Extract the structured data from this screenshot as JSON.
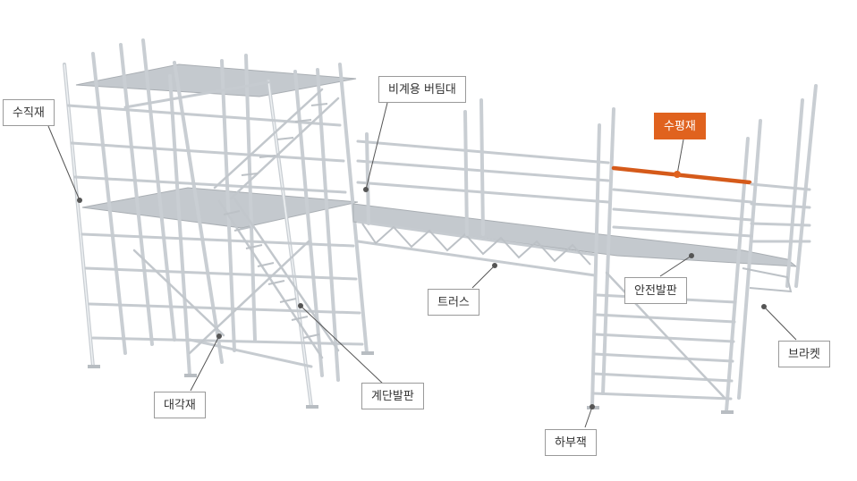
{
  "diagram": {
    "labels": {
      "vertical": "수직재",
      "rafter_beam": "비계용 버팀대",
      "horizontal": "수평재",
      "truss": "트러스",
      "safety_plank": "안전발판",
      "bracket": "브라켓",
      "diagonal": "대각재",
      "stair_plank": "계단발판",
      "base_jack": "하부잭"
    },
    "highlighted_component": "수평재",
    "colors": {
      "accent": "#e0621e",
      "steel": "#c9ced3",
      "leader": "#555555",
      "label_border": "#9a9a9a"
    }
  }
}
